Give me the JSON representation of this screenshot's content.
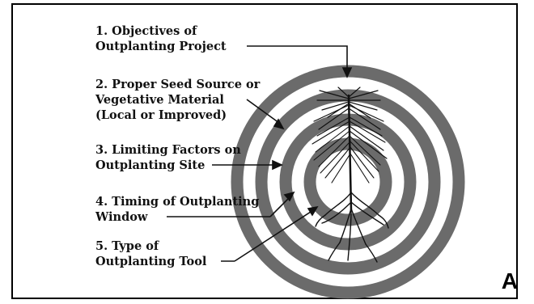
{
  "labels": {
    "item1": {
      "line1": "1. Objectives of",
      "line2": "Outplanting Project"
    },
    "item2": {
      "line1": "2. Proper Seed Source or",
      "line2": "Vegetative Material",
      "line3": "(Local or Improved)"
    },
    "item3": {
      "line1": "3. Limiting Factors on",
      "line2": "Outplanting Site"
    },
    "item4": {
      "line1": "4. Timing of Outplanting",
      "line2": "Window"
    },
    "item5": {
      "line1": "5. Type of",
      "line2": "Outplanting Tool"
    }
  },
  "panel_letter": "A",
  "colors": {
    "ring": "#6b6b6b",
    "ink": "#111111",
    "background": "#ffffff"
  }
}
